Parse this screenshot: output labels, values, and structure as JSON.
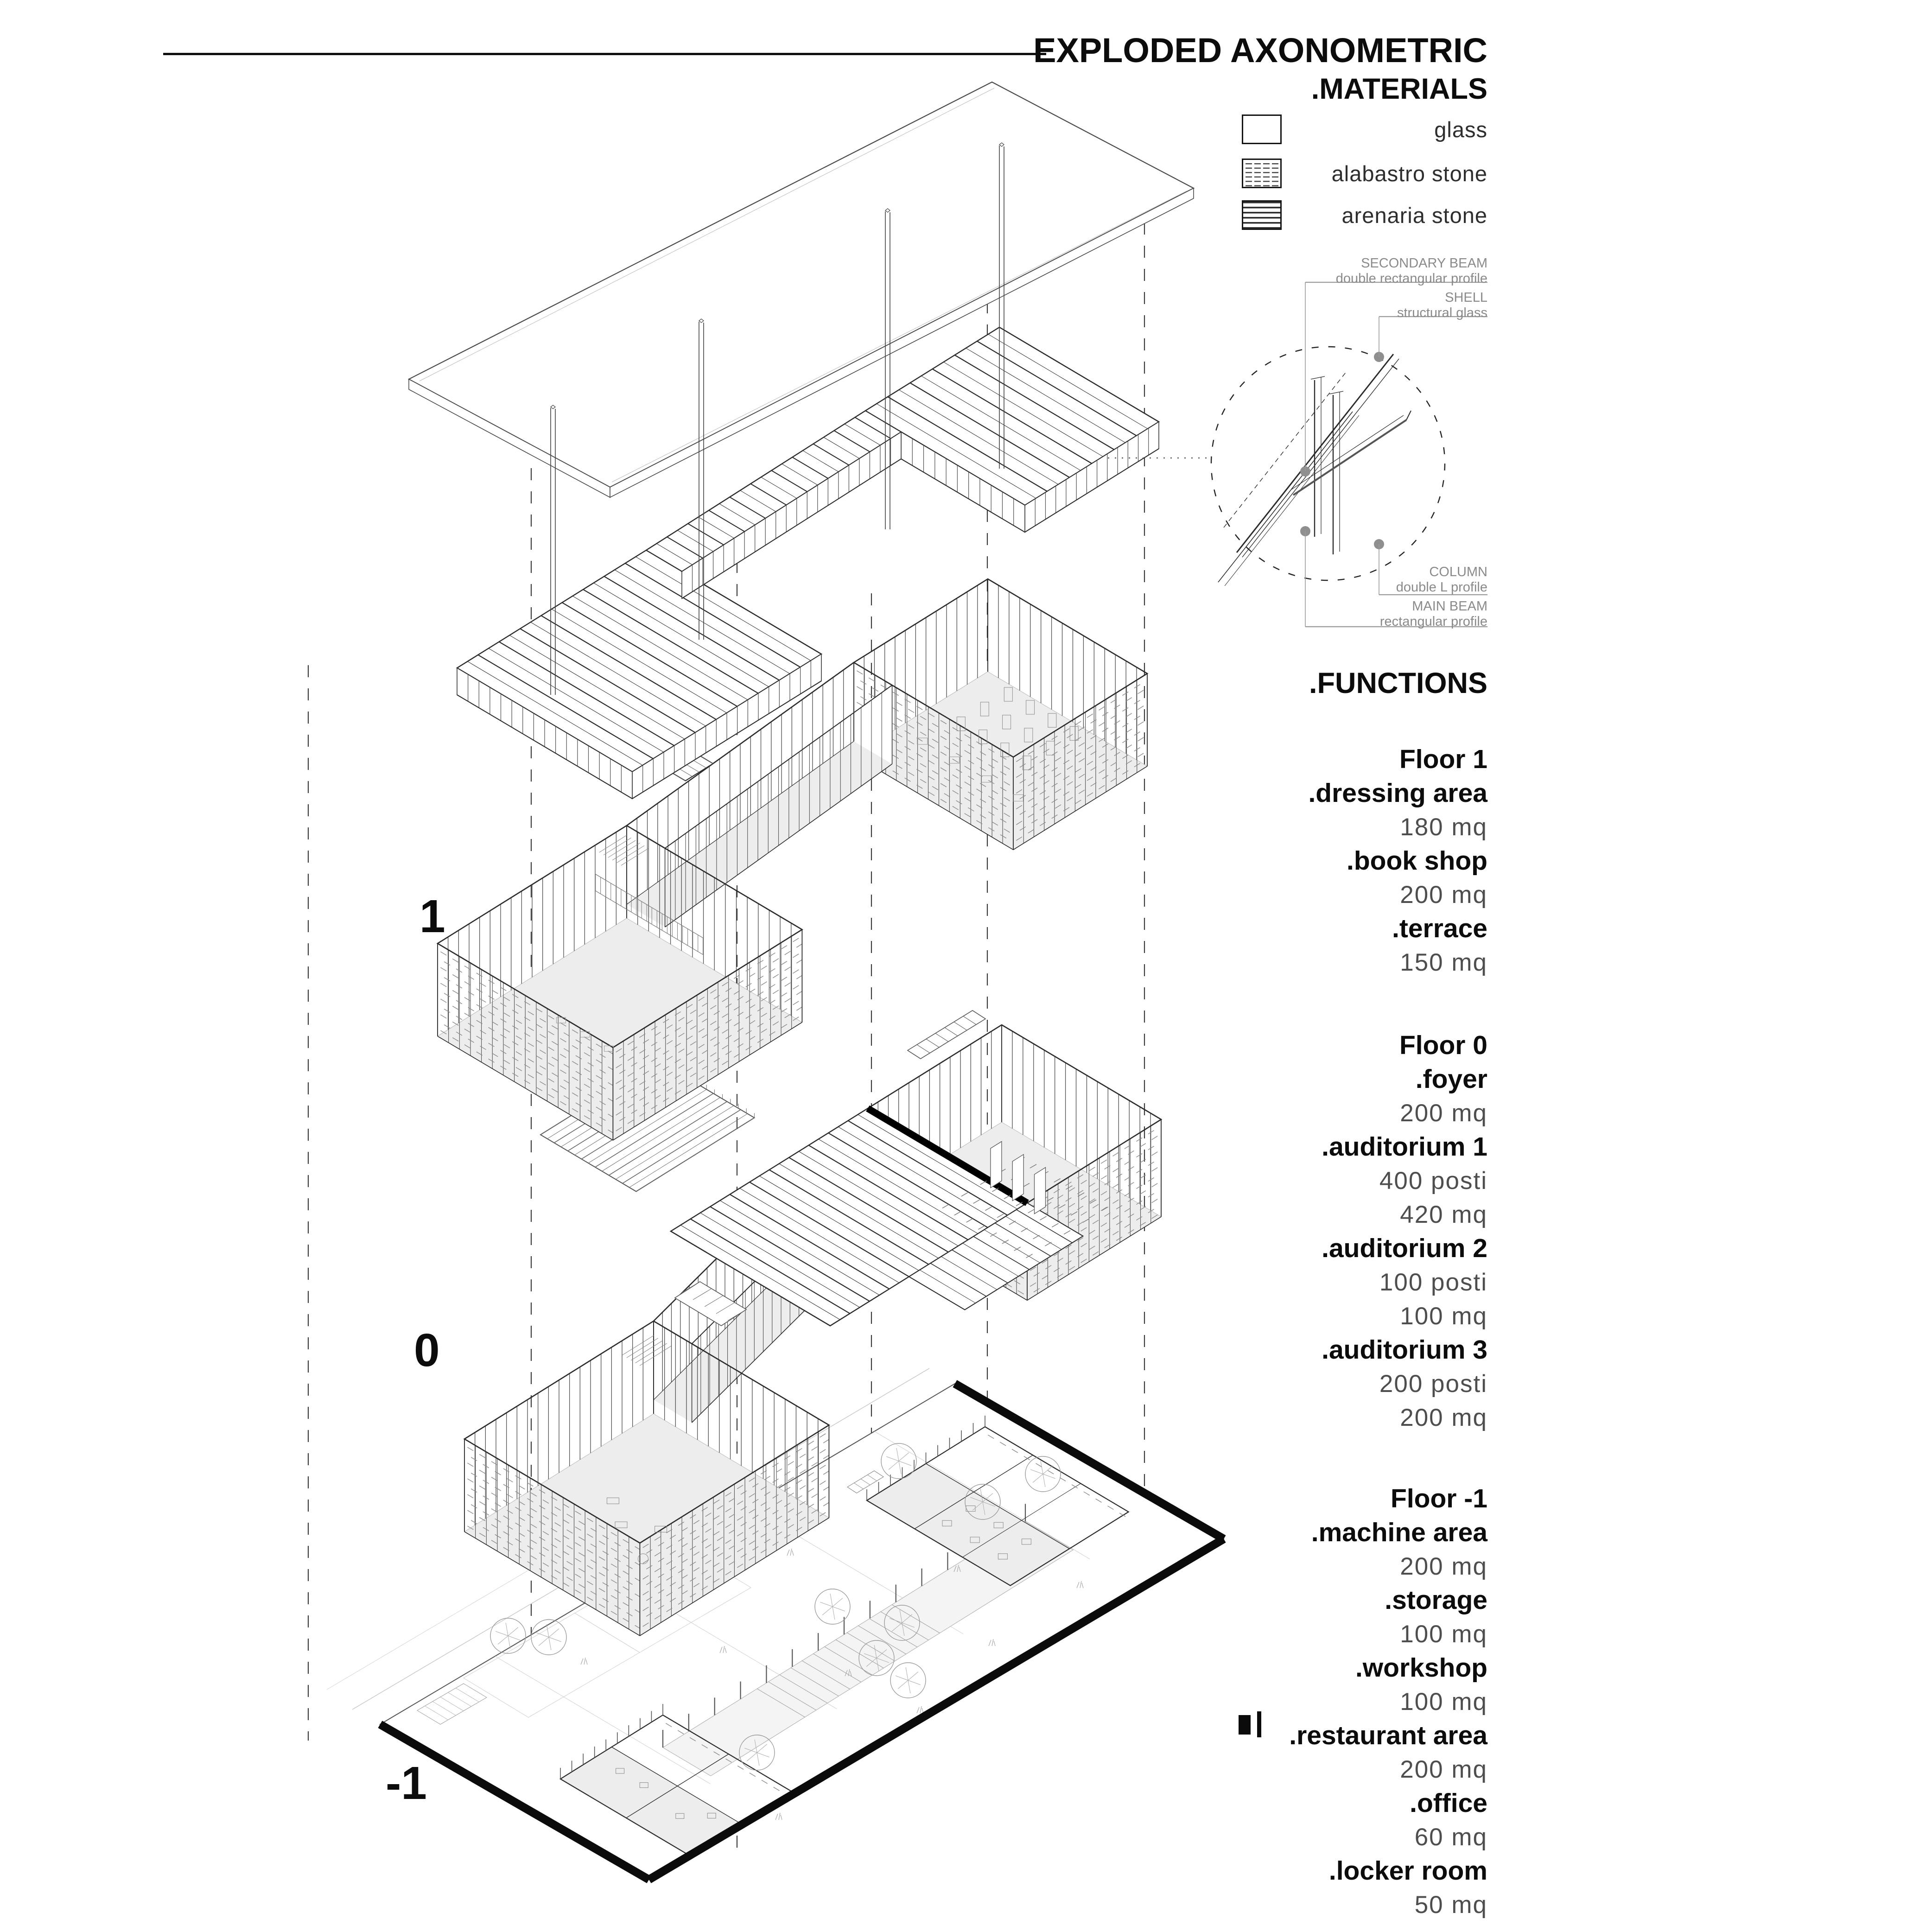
{
  "title": "EXPLODED AXONOMETRIC",
  "materials": {
    "heading": ".MATERIALS",
    "items": [
      {
        "label": "glass",
        "swatch": "glass"
      },
      {
        "label": "alabastro stone",
        "swatch": "alabastro"
      },
      {
        "label": "arenaria stone",
        "swatch": "arenaria"
      }
    ]
  },
  "construction_detail": {
    "callouts": [
      {
        "name": "SECONDARY BEAM",
        "spec": "double rectangular profile"
      },
      {
        "name": "SHELL",
        "spec": "structural glass"
      },
      {
        "name": "COLUMN",
        "spec": "double L profile"
      },
      {
        "name": "MAIN BEAM",
        "spec": "rectangular profile"
      }
    ]
  },
  "functions": {
    "heading": ".FUNCTIONS",
    "floors": [
      {
        "name": "Floor 1",
        "rooms": [
          {
            "label": ".dressing area",
            "values": [
              "180 mq"
            ]
          },
          {
            "label": ".book shop",
            "values": [
              "200 mq"
            ]
          },
          {
            "label": ".terrace",
            "values": [
              "150 mq"
            ]
          }
        ]
      },
      {
        "name": "Floor 0",
        "rooms": [
          {
            "label": ".foyer",
            "values": [
              "200 mq"
            ]
          },
          {
            "label": ".auditorium 1",
            "values": [
              "400 posti",
              "420 mq"
            ]
          },
          {
            "label": ".auditorium 2",
            "values": [
              "100 posti",
              "100 mq"
            ]
          },
          {
            "label": ".auditorium 3",
            "values": [
              "200 posti",
              "200 mq"
            ]
          }
        ]
      },
      {
        "name": "Floor -1",
        "rooms": [
          {
            "label": ".machine area",
            "values": [
              "200 mq"
            ]
          },
          {
            "label": ".storage",
            "values": [
              "100 mq"
            ]
          },
          {
            "label": ".workshop",
            "values": [
              "100 mq"
            ]
          },
          {
            "label": ".restaurant area",
            "values": [
              "200 mq"
            ]
          },
          {
            "label": ".office",
            "values": [
              "60 mq"
            ]
          },
          {
            "label": ".locker room",
            "values": [
              "50 mq"
            ]
          }
        ]
      }
    ]
  },
  "floor_markers": {
    "floor1": "1",
    "floor0": "0",
    "floor_minus1": "-1"
  },
  "colors": {
    "ink": "#111111",
    "leader_grey": "#9b9b9b",
    "label_grey": "#8a8a8a",
    "floor_fill": "#ededed",
    "background": "#ffffff"
  }
}
